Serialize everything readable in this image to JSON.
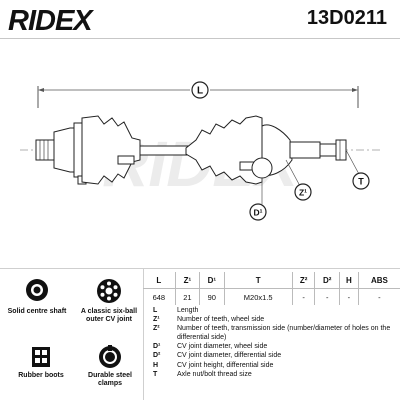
{
  "brand": {
    "logo": "RIDEX",
    "part_number": "13D0211"
  },
  "diagram": {
    "labels": {
      "L": "L",
      "Z1": "Z¹",
      "D1": "D¹",
      "T": "T"
    },
    "watermark": "RIDEX"
  },
  "features": [
    {
      "icon": "solid-centre-shaft-icon",
      "label": "Solid centre shaft"
    },
    {
      "icon": "cv-joint-icon",
      "label": "A classic six-ball outer CV joint"
    },
    {
      "icon": "rubber-boots-icon",
      "label": "Rubber boots"
    },
    {
      "icon": "steel-clamps-icon",
      "label": "Durable steel clamps"
    }
  ],
  "spec_table": {
    "headers": [
      "L",
      "Z¹",
      "D¹",
      "T",
      "Z²",
      "D²",
      "H",
      "ABS"
    ],
    "values": [
      "648",
      "21",
      "90",
      "M20x1.5",
      "-",
      "-",
      "-",
      "-"
    ]
  },
  "legend": [
    {
      "symbol": "L",
      "text": "Length"
    },
    {
      "symbol": "Z¹",
      "text": "Number of teeth, wheel side"
    },
    {
      "symbol": "Z²",
      "text": "Number of teeth, transmission side (number/diameter of holes on the differential side)"
    },
    {
      "symbol": "D¹",
      "text": "CV joint diameter, wheel side"
    },
    {
      "symbol": "D²",
      "text": "CV joint diameter, differential side"
    },
    {
      "symbol": "H",
      "text": "CV joint height, differential side"
    },
    {
      "symbol": "T",
      "text": "Axle nut/bolt thread size"
    }
  ]
}
